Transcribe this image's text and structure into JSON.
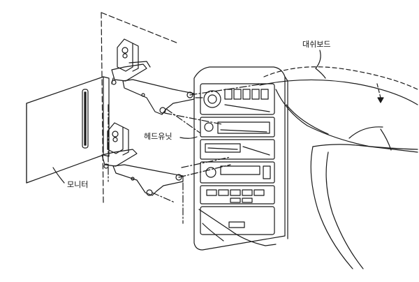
{
  "labels": {
    "dashboard": "대쉬보드",
    "head_unit": "헤드유닛",
    "monitor": "모니터"
  },
  "colors": {
    "line": "#1a1a1a",
    "background": "#ffffff"
  }
}
